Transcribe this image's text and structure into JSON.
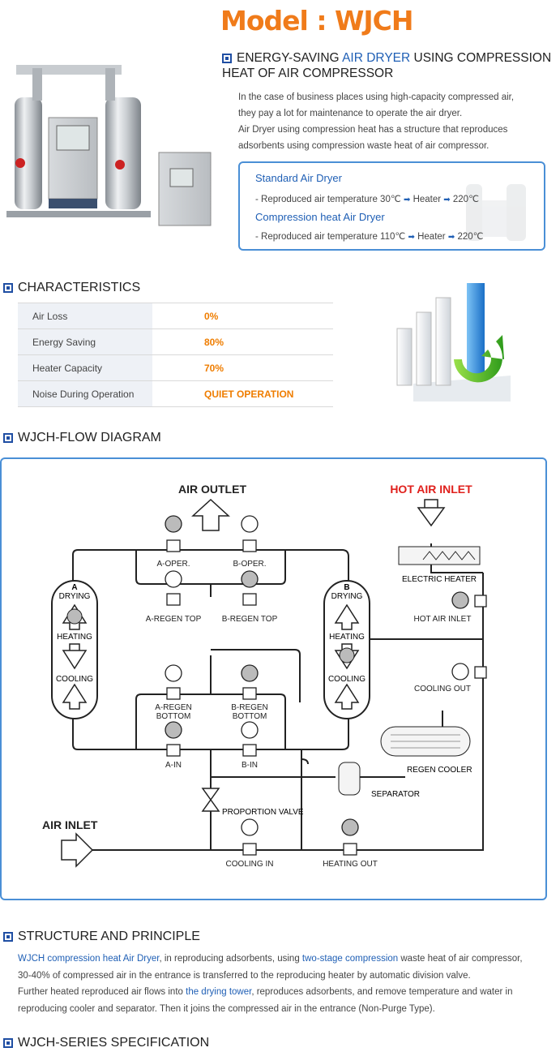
{
  "model_title": "Model : WJCH",
  "intro": {
    "title_part1": "ENERGY-SAVING ",
    "title_highlight": "AIR DRYER",
    "title_part2": " USING COMPRESSION HEAT OF AIR COMPRESSOR",
    "lines": [
      "In the case of business places using high-capacity compressed air,",
      "they pay a lot for maintenance to operate the air dryer.",
      "Air Dryer using compression heat has a structure that reproduces",
      "adsorbents using compression waste heat of air compressor."
    ]
  },
  "comparison": {
    "standard_title": "Standard Air Dryer",
    "standard_line": "- Reproduced air temperature 30℃",
    "standard_heater": "Heater",
    "standard_temp": "220℃",
    "compression_title": "Compression heat Air Dryer",
    "compression_line": "- Reproduced air temperature 110℃",
    "compression_heater": "Heater",
    "compression_temp": "220℃"
  },
  "characteristics": {
    "heading": "CHARACTERISTICS",
    "rows": [
      {
        "label": "Air Loss",
        "value": "0%"
      },
      {
        "label": "Energy Saving",
        "value": "80%"
      },
      {
        "label": "Heater Capacity",
        "value": "70%"
      },
      {
        "label": "Noise During Operation",
        "value": "QUIET OPERATION"
      }
    ]
  },
  "flow": {
    "heading": "WJCH-FLOW DIAGRAM",
    "air_outlet": "AIR OUTLET",
    "hot_air_inlet": "HOT AIR INLET",
    "air_inlet": "AIR INLET",
    "tower_a": "A",
    "tower_b": "B",
    "drying": "DRYING",
    "heating": "HEATING",
    "cooling": "COOLING",
    "a_oper": "A-OPER.",
    "b_oper": "B-OPER.",
    "a_regen_top": "A-REGEN TOP",
    "b_regen_top": "B-REGEN TOP",
    "a_regen_bottom_1": "A-REGEN",
    "a_regen_bottom_2": "BOTTOM",
    "b_regen_bottom_1": "B-REGEN",
    "b_regen_bottom_2": "BOTTOM",
    "a_in": "A-IN",
    "b_in": "B-IN",
    "electric_heater": "ELECTRIC HEATER",
    "hot_air_inlet_valve": "HOT AIR INLET",
    "cooling_out": "COOLING OUT",
    "regen_cooler": "REGEN COOLER",
    "separator": "SEPARATOR",
    "proportion_valve": "PROPORTION VALVE",
    "cooling_in": "COOLING IN",
    "heating_out": "HEATING OUT"
  },
  "structure": {
    "heading": "STRUCTURE AND PRINCIPLE",
    "l1_hl1": "WJCH compression heat Air Dryer",
    "l1_t1": ", in reproducing adsorbents, using ",
    "l1_hl2": "two-stage compression",
    "l1_t2": " waste heat of air compressor,",
    "l2": "30-40% of compressed air in the entrance is transferred to the reproducing heater by automatic division valve.",
    "l3_t1": "Further heated reproduced air flows into ",
    "l3_hl": "the drying tower",
    "l3_t2": ", reproduces adsorbents, and remove temperature and water in",
    "l4": "reproducing cooler and separator. Then it joins the compressed air in the entrance (Non-Purge Type)."
  },
  "spec": {
    "heading": "WJCH-SERIES SPECIFICATION"
  },
  "colors": {
    "accent_blue": "#1f5fb5",
    "border_blue": "#4a8fd6",
    "orange": "#f07b1a",
    "value_orange": "#ef7d00",
    "hot_red": "#e0201c"
  }
}
